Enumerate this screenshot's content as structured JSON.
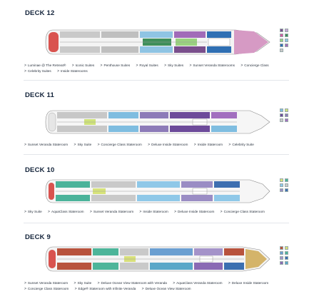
{
  "decks": [
    {
      "title": "DECK 12",
      "legend": [
        "Luminae @ The Retreat®",
        "Iconic Suites",
        "Penthouse Suites",
        "Royal Suites",
        "Sky Suites",
        "Sunset Veranda Staterooms",
        "Concierge Class",
        "Celebrity Suites",
        "Inside Staterooms"
      ],
      "colors": [
        "#7a4f8c",
        "#c7a5d6",
        "#d15aa0",
        "#3f8f5a",
        "#9ad27f",
        "#8fc4e3",
        "#2f6fb3",
        "#a16bb8",
        "#c9c9c9"
      ]
    },
    {
      "title": "DECK 11",
      "legend": [
        "Sunset Veranda Stateroom",
        "Sky Suite",
        "Concierge Class Stateroom",
        "Deluxe Inside Stateroom",
        "Inside Stateroom",
        "Celebrity Suite"
      ],
      "colors": [
        "#7fbde0",
        "#cfe37a",
        "#6d4b9a",
        "#8d7bb8",
        "#c7c7c7",
        "#a26fbf"
      ]
    },
    {
      "title": "DECK 10",
      "legend": [
        "Sky Suite",
        "AquaClass Stateroom",
        "Sunset Veranda Stateroom",
        "Inside Stateroom",
        "Deluxe Inside Stateroom",
        "Concierge Class Stateroom"
      ],
      "colors": [
        "#d7e37a",
        "#4bb39a",
        "#8fc8e8",
        "#c9c9c9",
        "#9a8dc4",
        "#3e6fb0"
      ]
    },
    {
      "title": "DECK 9",
      "legend": [
        "Sunset Veranda Stateroom",
        "Sky Suite",
        "Deluxe Ocean View Stateroom with Veranda",
        "AquaClass Veranda Stateroom",
        "Deluxe Inside Stateroom",
        "Concierge Class Stateroom",
        "Edge® Stateroom with Infinite Veranda",
        "Deluxe Ocean View Stateroom"
      ],
      "colors": [
        "#b8533d",
        "#d8e07a",
        "#6b9fd1",
        "#4db59a",
        "#a493c9",
        "#3b6fb0",
        "#8a6ab4",
        "#5aa7c8"
      ]
    }
  ]
}
